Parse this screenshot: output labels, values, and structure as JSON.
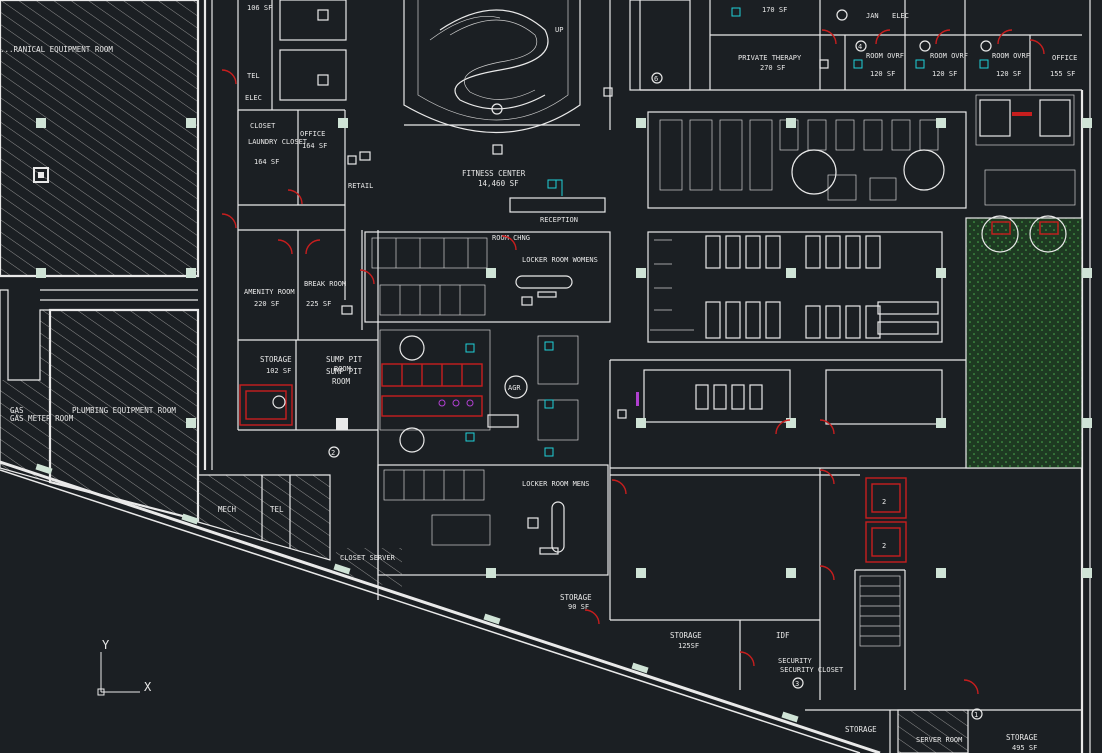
{
  "colors": {
    "background": "#1b1f23",
    "wall": "#e9e9e9",
    "door": "#c81e1e",
    "tag": "#1fd0d8",
    "column": "#cfe3d6",
    "turf": "#2f6b34"
  },
  "rooms": {
    "mech_equipment": "...RANICAL EQUIPMENT ROOM",
    "plumbing_equipment": "PLUMBING EQUIPMENT ROOM",
    "gas_meter": "GAS METER ROOM",
    "stair_top_sf": "106 SF",
    "tel_top": "TEL",
    "elec_top": "ELEC",
    "laundry_closet": "LAUNDRY CLOSET",
    "laundry_closet_sf": "164 SF",
    "office_1": "OFFICE",
    "office_1_sf": "164 SF",
    "retail": "RETAIL",
    "fitness_center": "FITNESS CENTER",
    "fitness_center_sf": "14,460 SF",
    "reception": "RECEPTION",
    "room_chng": "ROOM CHNG",
    "locker_women": "LOCKER ROOM WOMENS",
    "locker_mens": "LOCKER ROOM MENS",
    "amenity_room": "AMENITY ROOM",
    "amenity_room_sf": "220 SF",
    "break_room": "BREAK ROOM",
    "break_room_sf": "225 SF",
    "storage_102": "STORAGE",
    "storage_102_sf": "102 SF",
    "sump_pit_a": "SUMP PIT",
    "sump_pit_room": "ROOM",
    "sump_pit_b": "SUMP PIT",
    "sump_pit_room_b": "ROOM",
    "agr": "AGR",
    "mech_low": "MECH",
    "tel_low": "TEL",
    "closet_low": "CLOSET SERVER",
    "storage_90": "STORAGE",
    "storage_90_sf": "90 SF",
    "storage_125": "STORAGE",
    "storage_125_sf": "125SF",
    "idf": "IDF",
    "security_closet": "SECURITY CLOSET",
    "storage_bottom": "STORAGE",
    "storage_495": "STORAGE",
    "storage_495_sf": "495 SF",
    "server_room": "SERVER ROOM",
    "jan": "JAN",
    "elec_right": "ELEC",
    "top_sf": "170 SF",
    "private_therapy": "PRIVATE THERAPY",
    "private_therapy_sf": "270 SF",
    "room_ovrf_1": "ROOM OVRF",
    "room_ovrf_1_sf": "120 SF",
    "room_ovrf_2": "ROOM OVRF",
    "room_ovrf_2_sf": "120 SF",
    "room_ovrf_3": "ROOM OVRF",
    "room_ovrf_3_sf": "120 SF",
    "office_right": "OFFICE",
    "office_right_sf": "155 SF",
    "stair_text": "UP"
  },
  "tags": {
    "t1": "1",
    "t2": "2",
    "t3": "3",
    "t4": "4",
    "t6": "6"
  },
  "ucs": {
    "y_label": "Y",
    "x_label": "X"
  }
}
